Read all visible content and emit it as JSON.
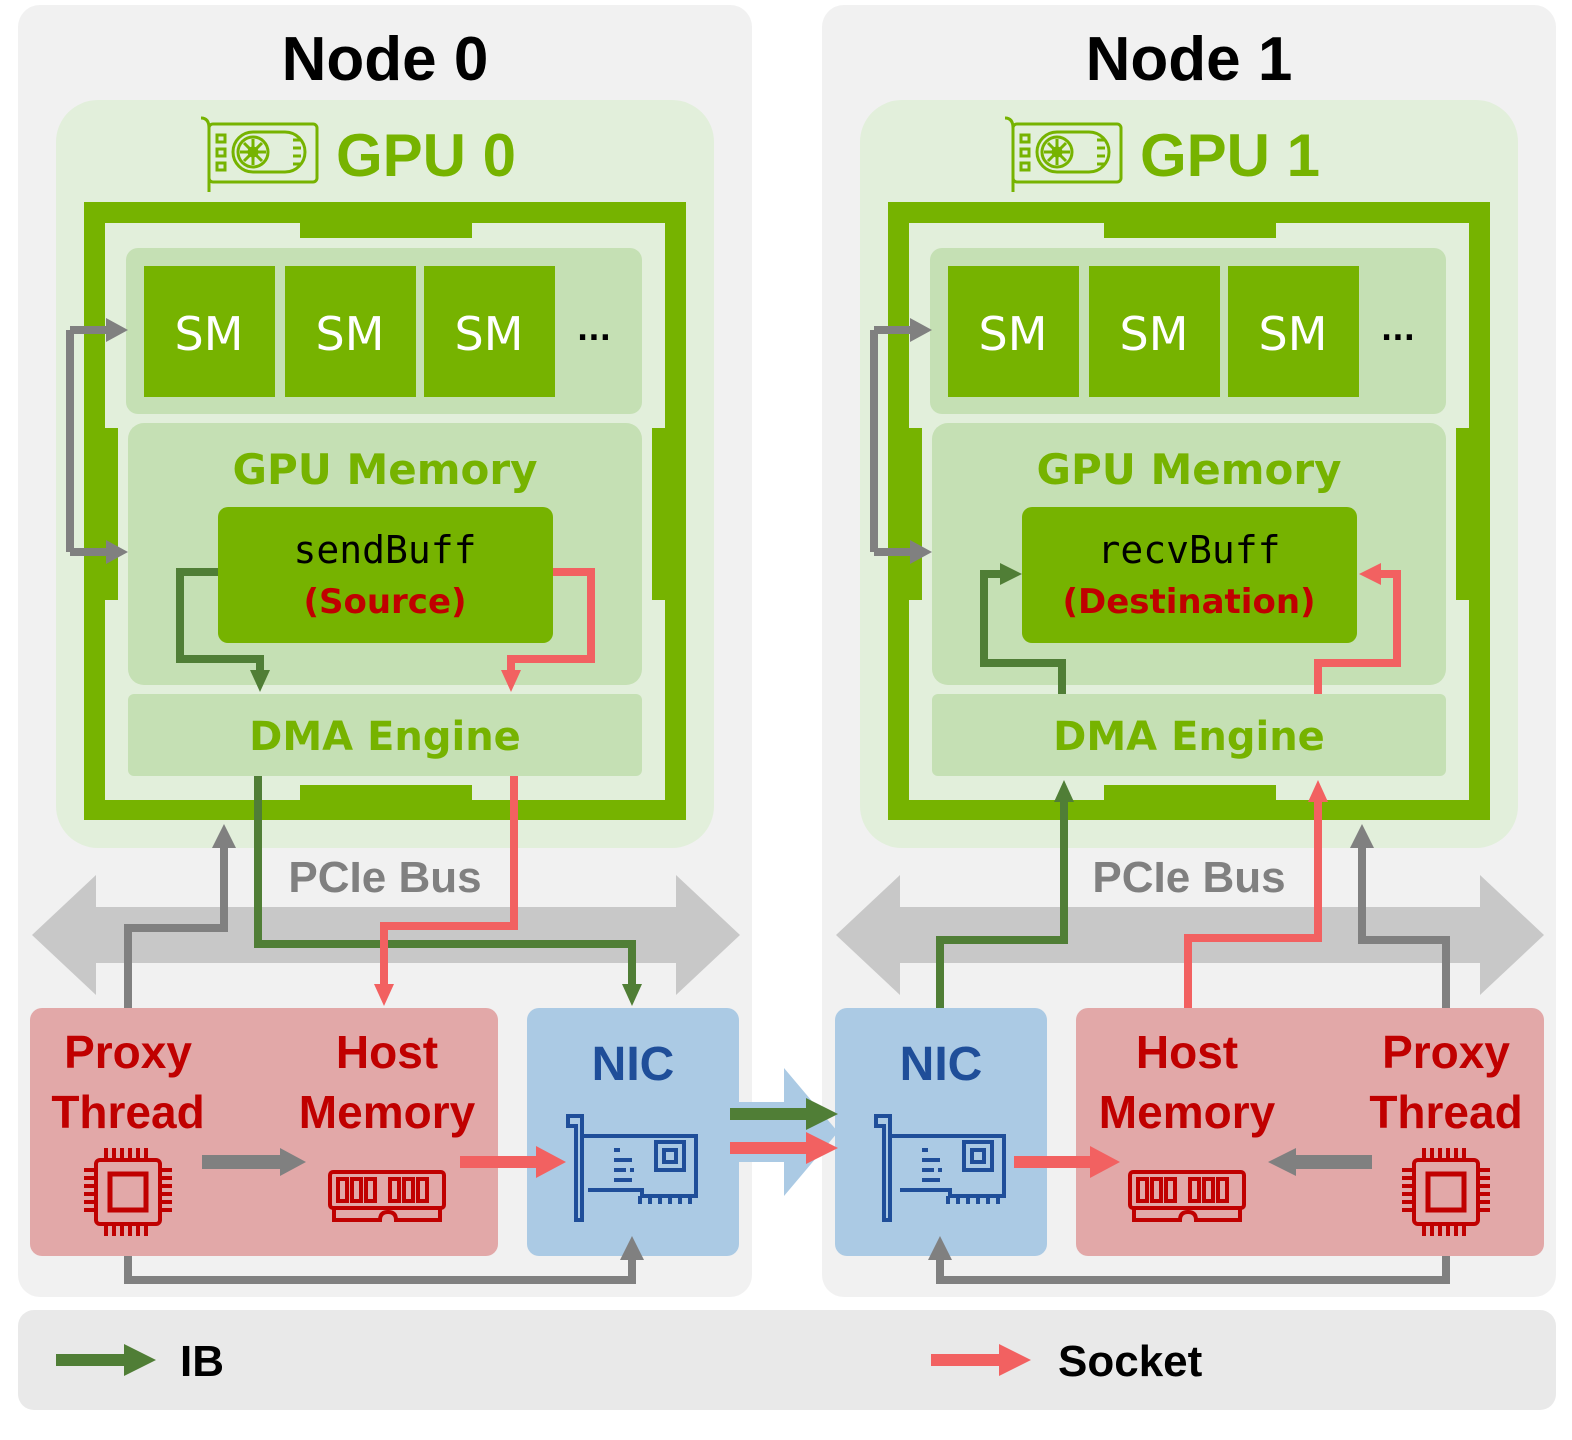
{
  "nodes": [
    {
      "title": "Node 0",
      "gpu_label": "GPU 0",
      "sm_labels": [
        "SM",
        "SM",
        "SM"
      ],
      "sm_ellipsis": "...",
      "gpu_memory_label": "GPU Memory",
      "buffer_name": "sendBuff",
      "buffer_role": "(Source)",
      "dma_label": "DMA Engine",
      "pcie_label": "PCIe Bus",
      "proxy_label_line1": "Proxy",
      "proxy_label_line2": "Thread",
      "host_memory_line1": "Host",
      "host_memory_line2": "Memory",
      "nic_label": "NIC"
    },
    {
      "title": "Node 1",
      "gpu_label": "GPU 1",
      "sm_labels": [
        "SM",
        "SM",
        "SM"
      ],
      "sm_ellipsis": "...",
      "gpu_memory_label": "GPU Memory",
      "buffer_name": "recvBuff",
      "buffer_role": "(Destination)",
      "dma_label": "DMA Engine",
      "pcie_label": "PCIe Bus",
      "proxy_label_line1": "Proxy",
      "proxy_label_line2": "Thread",
      "host_memory_line1": "Host",
      "host_memory_line2": "Memory",
      "nic_label": "NIC"
    }
  ],
  "legend": {
    "items": [
      {
        "label": "IB",
        "color": "#507e36"
      },
      {
        "label": "Socket",
        "color": "#f26161"
      }
    ]
  },
  "colors": {
    "gpu_green": "#76b300",
    "ib_green": "#507e36",
    "socket_red": "#f26161",
    "control_gray": "#808080",
    "host_red_text": "#c00000",
    "nic_blue": "#1f4e99"
  },
  "icons": {
    "gpu": "gpu-card-icon",
    "cpu": "cpu-chip-icon",
    "ram": "ram-module-icon",
    "nic": "network-card-icon"
  }
}
